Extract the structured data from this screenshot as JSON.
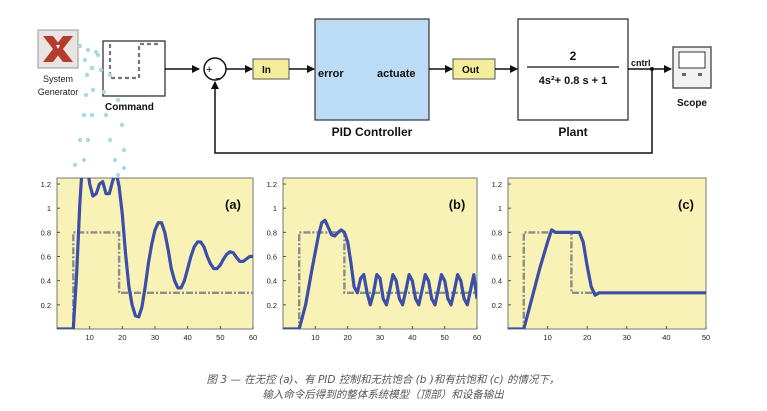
{
  "diagram": {
    "logo_label_line1": "System",
    "logo_label_line2": "Generator",
    "command_label": "Command",
    "sum_plus": "+",
    "sum_minus": "−",
    "in_label": "In",
    "pid_input": "error",
    "pid_output": "actuate",
    "pid_title": "PID Controller",
    "out_label": "Out",
    "plant_numerator": "2",
    "plant_denominator": "4s²+ 0.8 s + 1",
    "plant_title": "Plant",
    "signal_label": "cntrl",
    "scope_label": "Scope"
  },
  "colors": {
    "plot_bg": "#f9f2b6",
    "response": "#3c4fa8",
    "command": "#8c8c8c",
    "pid_fill": "#bcdcf6",
    "io_fill": "#f4ee9c",
    "logo_red": "#b53c2c",
    "dots": "#aadbe4"
  },
  "chart_data": [
    {
      "type": "line",
      "title": "(a)",
      "xlim": [
        0,
        60
      ],
      "ylim": [
        0,
        1.25
      ],
      "x_ticks": [
        "10",
        "20",
        "30",
        "40",
        "50",
        "60"
      ],
      "y_ticks": [
        "0.2",
        "0.4",
        "0.6",
        "0.8",
        "1",
        "1.2"
      ],
      "series": [
        {
          "role": "command",
          "points": [
            [
              0,
              0
            ],
            [
              5,
              0
            ],
            [
              5,
              0.8
            ],
            [
              19,
              0.8
            ],
            [
              19,
              0.3
            ],
            [
              60,
              0.3
            ]
          ]
        },
        {
          "role": "response",
          "points": [
            [
              0,
              0
            ],
            [
              5,
              0
            ],
            [
              6,
              0.45
            ],
            [
              7,
              1.05
            ],
            [
              8,
              1.45
            ],
            [
              9,
              1.4
            ],
            [
              10,
              1.2
            ],
            [
              11,
              1.1
            ],
            [
              12,
              1.12
            ],
            [
              13,
              1.2
            ],
            [
              14,
              1.22
            ],
            [
              15,
              1.12
            ],
            [
              16,
              1.12
            ],
            [
              17,
              1.22
            ],
            [
              18,
              1.31
            ],
            [
              19,
              1.18
            ],
            [
              20,
              0.95
            ],
            [
              21,
              0.62
            ],
            [
              22,
              0.35
            ],
            [
              23,
              0.2
            ],
            [
              24,
              0.11
            ],
            [
              25,
              0.1
            ],
            [
              26,
              0.18
            ],
            [
              27,
              0.35
            ],
            [
              28,
              0.55
            ],
            [
              29,
              0.7
            ],
            [
              30,
              0.82
            ],
            [
              31,
              0.88
            ],
            [
              32,
              0.88
            ],
            [
              33,
              0.8
            ],
            [
              34,
              0.66
            ],
            [
              35,
              0.5
            ],
            [
              36,
              0.4
            ],
            [
              37,
              0.34
            ],
            [
              38,
              0.34
            ],
            [
              39,
              0.4
            ],
            [
              40,
              0.5
            ],
            [
              41,
              0.6
            ],
            [
              42,
              0.68
            ],
            [
              43,
              0.72
            ],
            [
              44,
              0.72
            ],
            [
              45,
              0.68
            ],
            [
              46,
              0.6
            ],
            [
              47,
              0.54
            ],
            [
              48,
              0.5
            ],
            [
              49,
              0.5
            ],
            [
              50,
              0.53
            ],
            [
              51,
              0.58
            ],
            [
              52,
              0.62
            ],
            [
              53,
              0.64
            ],
            [
              54,
              0.63
            ],
            [
              55,
              0.59
            ],
            [
              56,
              0.56
            ],
            [
              57,
              0.56
            ],
            [
              58,
              0.58
            ],
            [
              59,
              0.6
            ],
            [
              60,
              0.6
            ]
          ]
        }
      ]
    },
    {
      "type": "line",
      "title": "(b)",
      "xlim": [
        0,
        60
      ],
      "ylim": [
        0,
        1.25
      ],
      "x_ticks": [
        "10",
        "20",
        "30",
        "40",
        "50",
        "60"
      ],
      "y_ticks": [
        "0.2",
        "0.4",
        "0.6",
        "0.8",
        "1",
        "1.2"
      ],
      "series": [
        {
          "role": "command",
          "points": [
            [
              0,
              0
            ],
            [
              5,
              0
            ],
            [
              5,
              0.8
            ],
            [
              19,
              0.8
            ],
            [
              19,
              0.3
            ],
            [
              60,
              0.3
            ]
          ]
        },
        {
          "role": "response",
          "points": [
            [
              0,
              0
            ],
            [
              5,
              0
            ],
            [
              7,
              0.2
            ],
            [
              9,
              0.5
            ],
            [
              11,
              0.78
            ],
            [
              12,
              0.88
            ],
            [
              13,
              0.9
            ],
            [
              14,
              0.84
            ],
            [
              15,
              0.78
            ],
            [
              16,
              0.77
            ],
            [
              17,
              0.8
            ],
            [
              18,
              0.82
            ],
            [
              19,
              0.8
            ],
            [
              20,
              0.72
            ],
            [
              21,
              0.55
            ],
            [
              22,
              0.35
            ],
            [
              23,
              0.3
            ],
            [
              24,
              0.42
            ],
            [
              25,
              0.45
            ],
            [
              26,
              0.3
            ],
            [
              27,
              0.2
            ],
            [
              28,
              0.3
            ],
            [
              29,
              0.45
            ],
            [
              30,
              0.42
            ],
            [
              31,
              0.25
            ],
            [
              32,
              0.2
            ],
            [
              33,
              0.32
            ],
            [
              34,
              0.45
            ],
            [
              35,
              0.4
            ],
            [
              36,
              0.25
            ],
            [
              37,
              0.2
            ],
            [
              38,
              0.32
            ],
            [
              39,
              0.45
            ],
            [
              40,
              0.4
            ],
            [
              41,
              0.25
            ],
            [
              42,
              0.2
            ],
            [
              43,
              0.32
            ],
            [
              44,
              0.45
            ],
            [
              45,
              0.4
            ],
            [
              46,
              0.25
            ],
            [
              47,
              0.2
            ],
            [
              48,
              0.32
            ],
            [
              49,
              0.45
            ],
            [
              50,
              0.4
            ],
            [
              51,
              0.25
            ],
            [
              52,
              0.2
            ],
            [
              53,
              0.32
            ],
            [
              54,
              0.45
            ],
            [
              55,
              0.4
            ],
            [
              56,
              0.25
            ],
            [
              57,
              0.2
            ],
            [
              58,
              0.32
            ],
            [
              59,
              0.45
            ],
            [
              60,
              0.25
            ]
          ]
        }
      ]
    },
    {
      "type": "line",
      "title": "(c)",
      "xlim": [
        0,
        50
      ],
      "ylim": [
        0,
        1.25
      ],
      "x_ticks": [
        "10",
        "20",
        "30",
        "40",
        "50"
      ],
      "y_ticks": [
        "0.2",
        "0.4",
        "0.6",
        "0.8",
        "1",
        "1.2"
      ],
      "series": [
        {
          "role": "command",
          "points": [
            [
              0,
              0
            ],
            [
              4,
              0
            ],
            [
              4,
              0.8
            ],
            [
              16,
              0.8
            ],
            [
              16,
              0.3
            ],
            [
              50,
              0.3
            ]
          ]
        },
        {
          "role": "response",
          "points": [
            [
              0,
              0
            ],
            [
              4,
              0
            ],
            [
              6,
              0.25
            ],
            [
              8,
              0.5
            ],
            [
              10,
              0.72
            ],
            [
              11,
              0.82
            ],
            [
              12,
              0.8
            ],
            [
              16,
              0.8
            ],
            [
              18,
              0.8
            ],
            [
              19,
              0.72
            ],
            [
              20,
              0.52
            ],
            [
              21,
              0.35
            ],
            [
              22,
              0.28
            ],
            [
              23,
              0.3
            ],
            [
              24,
              0.3
            ],
            [
              50,
              0.3
            ]
          ]
        }
      ]
    }
  ],
  "caption": {
    "line1": "图 3 — 在无控 (a)、有 PID 控制和无抗饱合 (b )和有抗饱和 (c) 的情况下，",
    "line2": "输入命令后得到的整体系统模型（顶部）和设备输出"
  }
}
